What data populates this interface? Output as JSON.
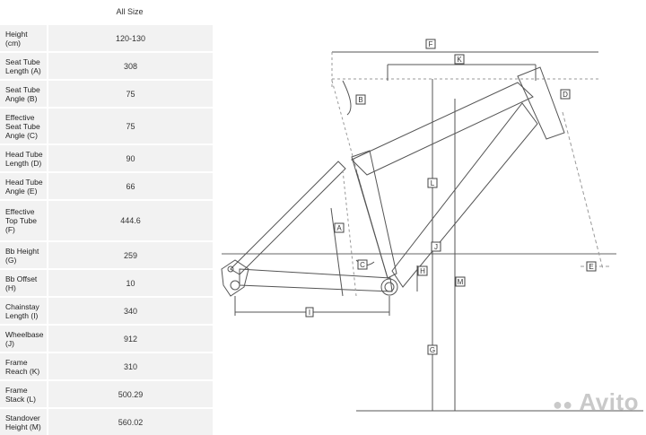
{
  "table": {
    "column_header": "All Size",
    "rows": [
      {
        "label": "Height\n(cm)",
        "value": "120-130"
      },
      {
        "label": "Seat Tube\nLength (A)",
        "value": "308"
      },
      {
        "label": "Seat Tube\nAngle (B)",
        "value": "75"
      },
      {
        "label": "Effective\nSeat Tube\nAngle (C)",
        "value": "75"
      },
      {
        "label": "Head Tube\nLength (D)",
        "value": "90"
      },
      {
        "label": "Head Tube\nAngle (E)",
        "value": "66"
      },
      {
        "label": "Effective\nTop Tube\n(F)",
        "value": "444.6"
      },
      {
        "label": "Bb Height\n(G)",
        "value": "259"
      },
      {
        "label": "Bb Offset\n(H)",
        "value": "10"
      },
      {
        "label": "Chainstay\nLength (I)",
        "value": "340"
      },
      {
        "label": "Wheelbase\n(J)",
        "value": "912"
      },
      {
        "label": "Frame\nReach (K)",
        "value": "310"
      },
      {
        "label": "Frame\nStack (L)",
        "value": "500.29"
      },
      {
        "label": "Standover\nHeight (M)",
        "value": "560.02"
      }
    ]
  },
  "diagram": {
    "labels": {
      "A": "A",
      "B": "B",
      "C": "C",
      "D": "D",
      "E": "E",
      "F": "F",
      "G": "G",
      "H": "H",
      "I": "I",
      "J": "J",
      "K": "K",
      "L": "L",
      "M": "M"
    }
  },
  "watermark": "Avito"
}
